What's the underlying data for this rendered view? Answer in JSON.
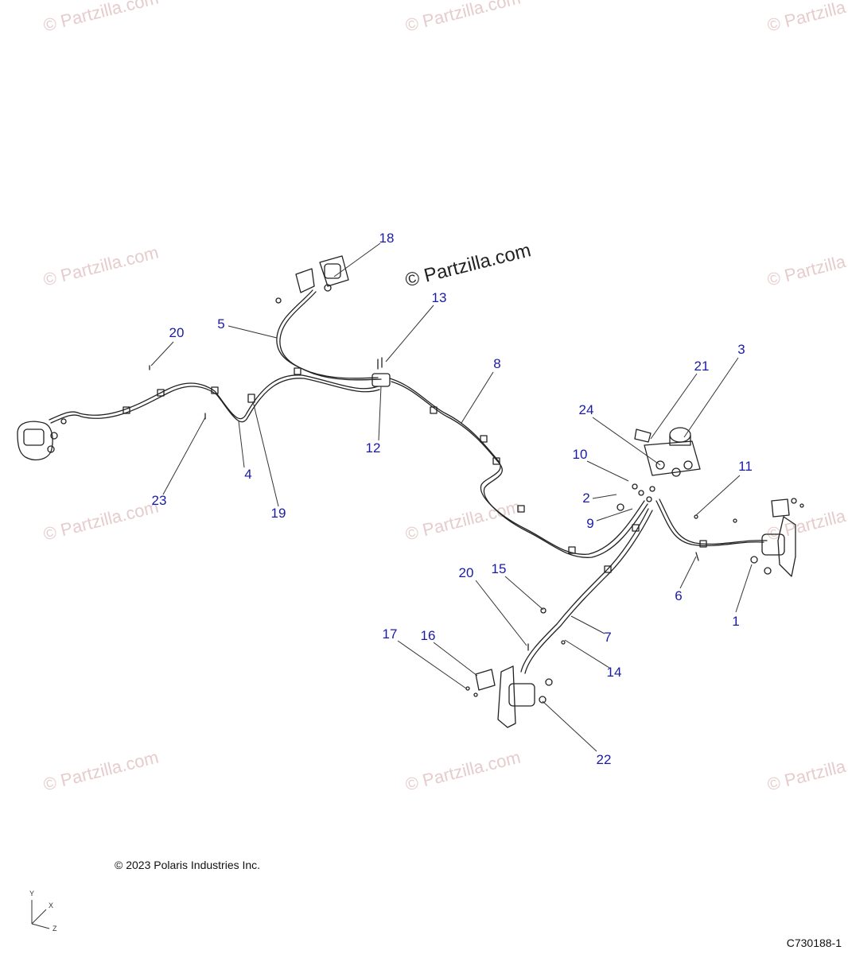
{
  "watermark_text": "© Partzilla.com",
  "copyright": "© 2023 Polaris Industries Inc.",
  "figure_id": "C730188-1",
  "axis": {
    "y": "Y",
    "x": "X",
    "z": "Z"
  },
  "callouts": [
    {
      "id": "18",
      "label": "18"
    },
    {
      "id": "13",
      "label": "13"
    },
    {
      "id": "5",
      "label": "5"
    },
    {
      "id": "20a",
      "label": "20"
    },
    {
      "id": "8",
      "label": "8"
    },
    {
      "id": "3",
      "label": "3"
    },
    {
      "id": "21",
      "label": "21"
    },
    {
      "id": "24",
      "label": "24"
    },
    {
      "id": "12",
      "label": "12"
    },
    {
      "id": "10",
      "label": "10"
    },
    {
      "id": "11",
      "label": "11"
    },
    {
      "id": "4",
      "label": "4"
    },
    {
      "id": "23",
      "label": "23"
    },
    {
      "id": "2",
      "label": "2"
    },
    {
      "id": "19",
      "label": "19"
    },
    {
      "id": "9",
      "label": "9"
    },
    {
      "id": "15",
      "label": "15"
    },
    {
      "id": "20b",
      "label": "20"
    },
    {
      "id": "6",
      "label": "6"
    },
    {
      "id": "1",
      "label": "1"
    },
    {
      "id": "7",
      "label": "7"
    },
    {
      "id": "17",
      "label": "17"
    },
    {
      "id": "16",
      "label": "16"
    },
    {
      "id": "14",
      "label": "14"
    },
    {
      "id": "22",
      "label": "22"
    }
  ]
}
